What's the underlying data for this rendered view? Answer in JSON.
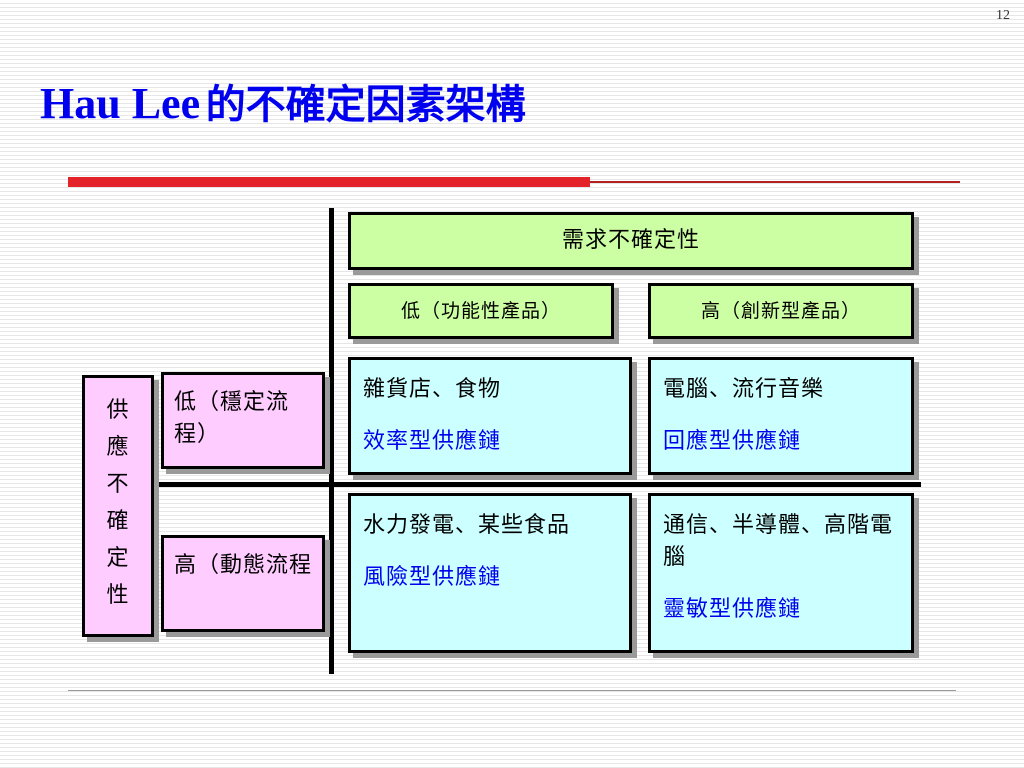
{
  "page_number": "12",
  "title": {
    "latin": "Hau Lee",
    "cjk": "的不確定因素架構"
  },
  "demand": {
    "header": "需求不確定性",
    "low": "低（功能性產品）",
    "high": "高（創新型產品）"
  },
  "supply": {
    "header": "供應不確定性",
    "header_chars": [
      "供",
      "應",
      "不",
      "確",
      "定",
      "性"
    ],
    "low": "低（穩定流程）",
    "high": "高（動態流程"
  },
  "matrix": {
    "low_low": {
      "examples": "雜貨店、食物",
      "strategy": "效率型供應鏈"
    },
    "low_high": {
      "examples": "電腦、流行音樂",
      "strategy": "回應型供應鏈"
    },
    "high_low": {
      "examples": "水力發電、某些食品",
      "strategy": "風險型供應鏈"
    },
    "high_high": {
      "examples": "通信、半導體、高階電腦",
      "strategy": "靈敏型供應鏈"
    }
  },
  "colors": {
    "title": "#0000ee",
    "accent_rule": "#e4222a",
    "demand_fill": "#ccffa3",
    "supply_fill": "#ffccff",
    "cell_fill": "#ccffff",
    "strategy_text": "#0000ee"
  }
}
